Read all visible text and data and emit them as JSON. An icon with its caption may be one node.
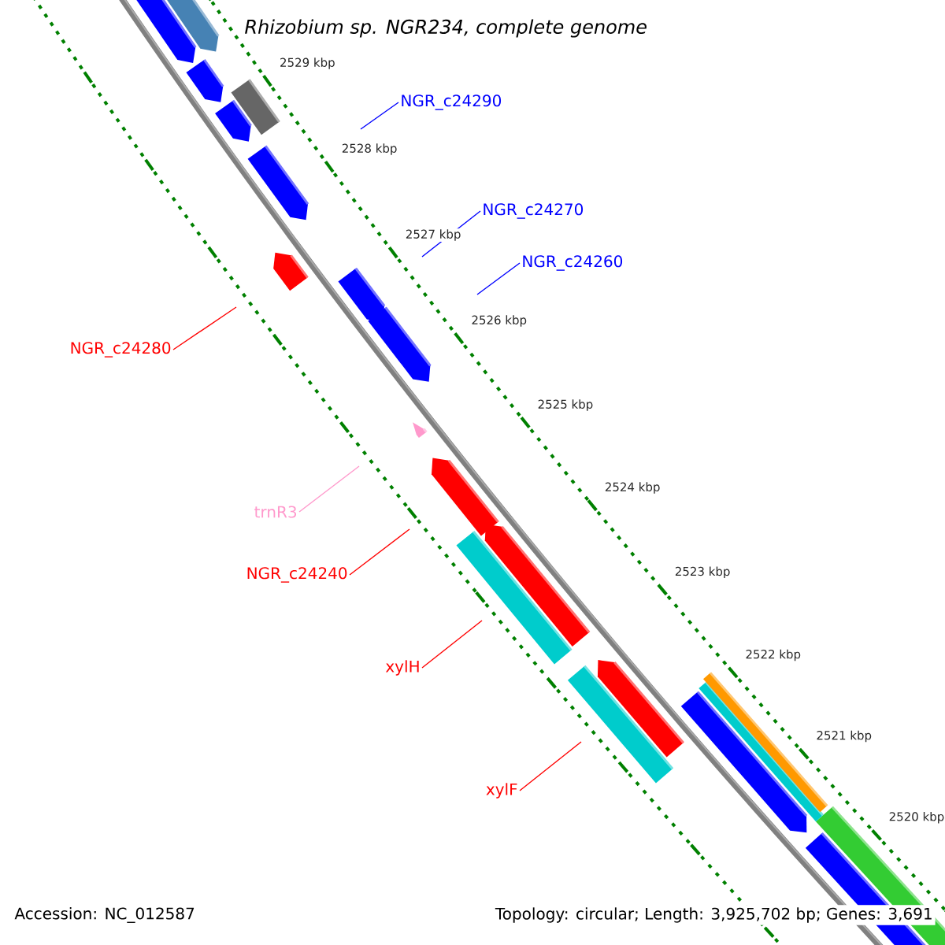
{
  "diagram": {
    "title": "Rhizobium sp. NGR234, complete genome",
    "nodes": [
      {
        "text": [
          "NGR_c24290"
        ]
      },
      {
        "text": [
          "NGR_c24270"
        ]
      },
      {
        "text": [
          "NGR_c24260"
        ]
      },
      {
        "text": [
          "NGR_c24280"
        ]
      },
      {
        "text": [
          "trnR3"
        ]
      },
      {
        "text": [
          "NGR_c24240"
        ]
      },
      {
        "text": [
          "xylH"
        ]
      },
      {
        "text": [
          "xylF"
        ]
      }
    ],
    "edges": [
      {
        "from": 0,
        "to": null,
        "arrow": "none",
        "color": "#0000ff"
      },
      {
        "from": 1,
        "to": null,
        "arrow": "none",
        "color": "#0000ff"
      },
      {
        "from": 2,
        "to": null,
        "arrow": "none",
        "color": "#0000ff"
      },
      {
        "from": 3,
        "to": null,
        "arrow": "none"
      },
      {
        "from": 4,
        "to": null,
        "arrow": "none",
        "color": "#ff99cc"
      },
      {
        "from": 5,
        "to": null,
        "arrow": "none"
      },
      {
        "from": 6,
        "to": null,
        "arrow": "none"
      },
      {
        "from": 7,
        "to": null,
        "arrow": "none"
      }
    ],
    "labels": [
      "2529 kbp",
      "2528 kbp",
      "2527 kbp",
      "2526 kbp",
      "2525 kbp",
      "2524 kbp",
      "2523 kbp",
      "2522 kbp",
      "2521 kbp",
      "2520 kbp",
      "Accession: NC_012587",
      "Topology: circular; Length: 3,925,702 bp; Genes: 3,691"
    ]
  }
}
